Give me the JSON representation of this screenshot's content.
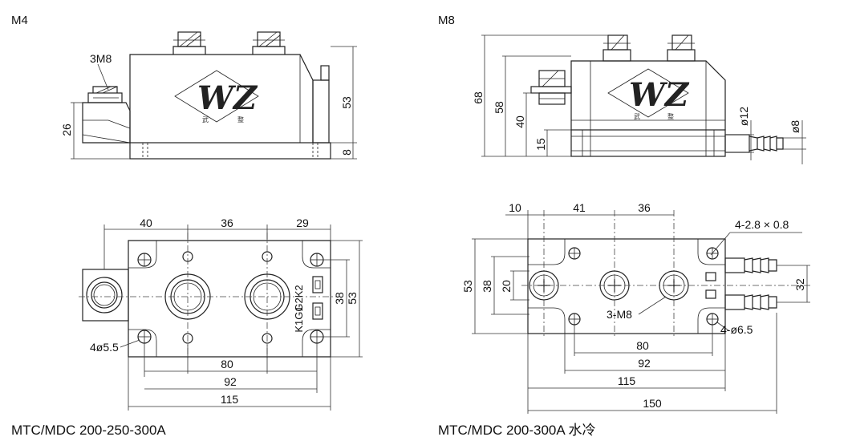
{
  "left": {
    "top_label": "M4",
    "side_labels": {
      "screw": "3M8",
      "height_total": "53",
      "height_base": "26",
      "base_thickness": "8"
    },
    "top_view_dims": {
      "d1": "40",
      "d2": "36",
      "d3": "29",
      "inner_h": "38",
      "outer_h": "53",
      "hole": "4ø5.5",
      "w80": "80",
      "w92": "92",
      "w115": "115"
    },
    "pins": {
      "left": "K1G1",
      "right": "G2K2"
    },
    "caption": "MTC/MDC  200-250-300A"
  },
  "right": {
    "top_label": "M8",
    "side_labels": {
      "h68": "68",
      "h58": "58",
      "h40": "40",
      "h15": "15",
      "pipe_outer": "ø12",
      "pipe_inner": "ø8"
    },
    "top_view_dims": {
      "d10": "10",
      "d41": "41",
      "d36": "36",
      "term": "4-2.8 × 0.8",
      "h53": "53",
      "h38": "38",
      "h20": "20",
      "h32": "32",
      "screw": "3-M8",
      "hole": "4-ø6.5",
      "w80": "80",
      "w92": "92",
      "w115": "115",
      "w150": "150"
    },
    "caption": "MTC/MDC  200-300A 水冷"
  },
  "logo": {
    "letters": "WZ",
    "left_char": "武",
    "right_char": "整"
  }
}
